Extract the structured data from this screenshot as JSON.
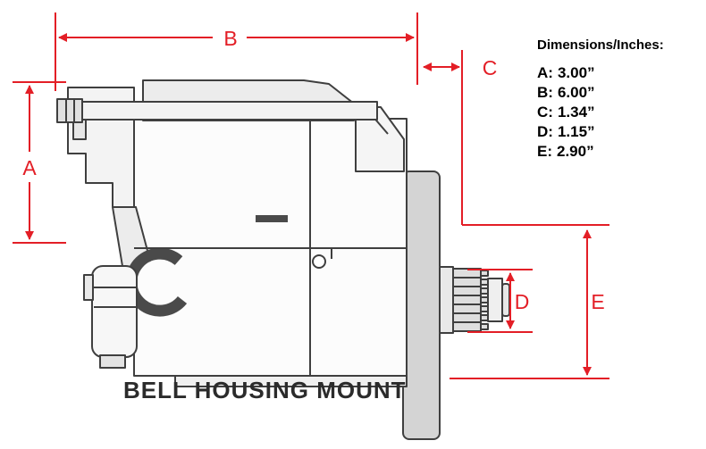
{
  "diagram": {
    "title": "BELL HOUSING MOUNT",
    "subject": "starter-motor-side-view"
  },
  "legend": {
    "heading": "Dimensions/Inches:",
    "entries": [
      {
        "label": "A:",
        "value": "3.00”"
      },
      {
        "label": "B:",
        "value": "6.00”"
      },
      {
        "label": "C:",
        "value": "1.34”"
      },
      {
        "label": "D:",
        "value": "1.15”"
      },
      {
        "label": "E:",
        "value": "2.90”"
      }
    ]
  },
  "dim_labels": {
    "a": "A",
    "b": "B",
    "c": "C",
    "d": "D",
    "e": "E"
  },
  "colors": {
    "dimension_red": "#e31e26",
    "line_art": "#3f3f3f",
    "plate_gray": "#d4d4d4",
    "background": "#ffffff"
  }
}
